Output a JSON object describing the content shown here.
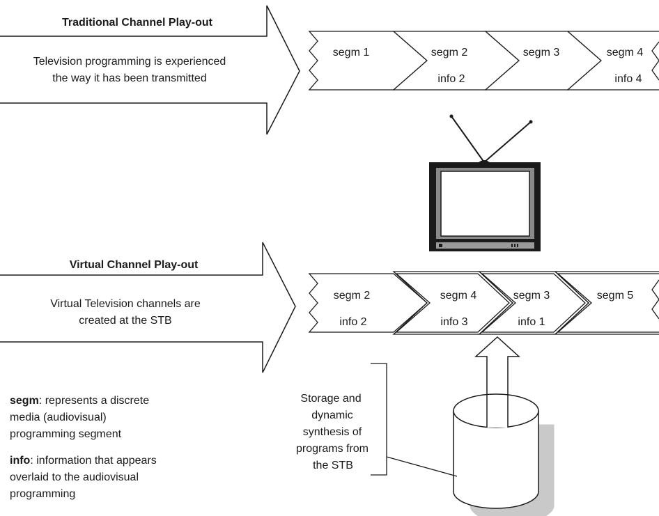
{
  "traditional": {
    "title": "Traditional Channel Play-out",
    "line1": "Television programming is experienced",
    "line2": "the way it has been transmitted",
    "chain": [
      {
        "segm": "segm 1",
        "info": ""
      },
      {
        "segm": "segm 2",
        "info": "info 2"
      },
      {
        "segm": "segm 3",
        "info": ""
      },
      {
        "segm": "segm 4",
        "info": "info 4"
      }
    ]
  },
  "virtual": {
    "title": "Virtual Channel Play-out",
    "line1": "Virtual Television channels are",
    "line2": "created at the STB",
    "chain": [
      {
        "segm": "segm 2",
        "info": "info 2"
      },
      {
        "segm": "segm 4",
        "info": "info 3"
      },
      {
        "segm": "segm 3",
        "info": "info 1"
      },
      {
        "segm": "segm 5",
        "info": ""
      }
    ]
  },
  "storage": {
    "lines": [
      "Storage and",
      "dynamic",
      "synthesis of",
      "programs from",
      "the STB"
    ]
  },
  "legend": {
    "segm_term": "segm",
    "segm_text": ": represents a discrete",
    "segm_line2": "media (audiovisual)",
    "segm_line3": "programming segment",
    "info_term": "info",
    "info_text": ": information that appears",
    "info_line2": "overlaid to the audiovisual",
    "info_line3": "programming"
  }
}
